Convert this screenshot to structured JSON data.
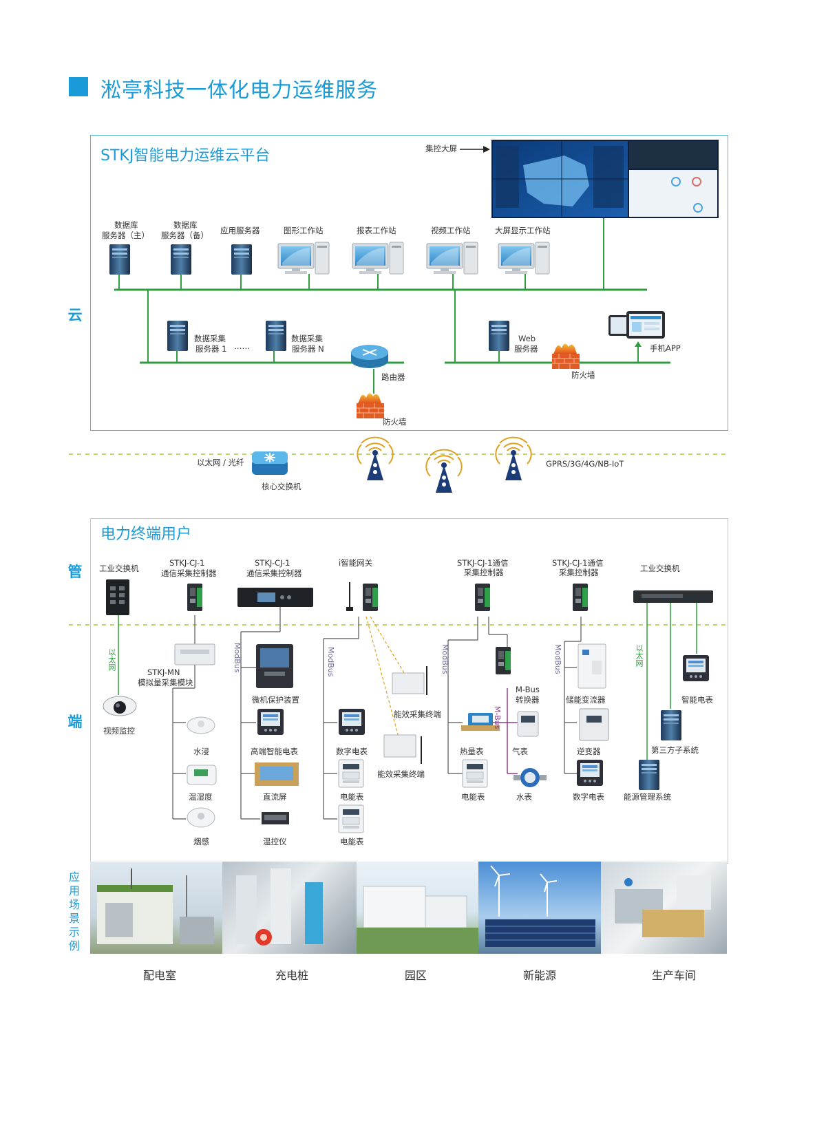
{
  "header": {
    "title": "淞亭科技一体化电力运维服务"
  },
  "cloud": {
    "title": "STKJ智能电力运维云平台",
    "side_label": "云",
    "big_screen_label": "集控大屏",
    "devices": {
      "db_main_l1": "数据库",
      "db_main_l2": "服务器（主）",
      "db_backup_l1": "数据库",
      "db_backup_l2": "服务器（备）",
      "app_server": "应用服务器",
      "graphic_ws": "图形工作站",
      "report_ws": "报表工作站",
      "video_ws": "视频工作站",
      "bigscreen_ws": "大屏显示工作站",
      "collect1_l1": "数据采集",
      "collect1_l2": "服务器 1",
      "ellipsis": "……",
      "collectN_l1": "数据采集",
      "collectN_l2": "服务器 N",
      "router": "路由器",
      "firewall1": "防火墙",
      "web_l1": "Web",
      "web_l2": "服务器",
      "firewall2": "防火墙",
      "mobile_app": "手机APP"
    }
  },
  "network": {
    "ethernet": "以太网 / 光纤",
    "core_switch": "核心交换机",
    "wireless": "GPRS/3G/4G/NB-IoT"
  },
  "terminal": {
    "title": "电力终端用户",
    "side_guan": "管",
    "side_duan": "端",
    "side_scene": "应用场景示例",
    "ind_switch_left": "工业交换机",
    "cj1_a_l1": "STKJ-CJ-1",
    "cj1_a_l2": "通信采集控制器",
    "cj1_b_l1": "STKJ-CJ-1",
    "cj1_b_l2": "通信采集控制器",
    "gateway": "i智能网关",
    "cj1_c_l1": "STKJ-CJ-1通信",
    "cj1_c_l2": "采集控制器",
    "cj1_d_l1": "STKJ-CJ-1通信",
    "cj1_d_l2": "采集控制器",
    "ind_switch_right": "工业交换机",
    "ethernet_v1": "以太网",
    "ethernet_v2": "以太网",
    "modbus": "ModBus",
    "mbus": "M-Bus",
    "mn_l1": "STKJ-MN",
    "mn_l2": "模拟量采集模块",
    "video_monitor": "视频监控",
    "water_leak": "水浸",
    "temp_humidity": "温湿度",
    "smoke": "烟感",
    "relay_protect": "微机保护装置",
    "hi_meter": "高端智能电表",
    "dc_screen": "直流屏",
    "temp_ctrl": "温控仪",
    "digital_meter": "数字电表",
    "energy_meter": "电能表",
    "energy_meter2": "电能表",
    "eff_terminal1": "能效采集终端",
    "eff_terminal2": "能效采集终端",
    "heat_meter": "热量表",
    "energy_meter3": "电能表",
    "mbus_l1": "M-Bus",
    "mbus_l2": "转换器",
    "gas_meter": "气表",
    "water_meter": "水表",
    "storage_pcs": "储能变流器",
    "inverter": "逆变器",
    "digital_meter2": "数字电表",
    "smart_meter": "智能电表",
    "third_party": "第三方子系统",
    "ems": "能源管理系统"
  },
  "scenes": [
    "配电室",
    "充电桩",
    "园区",
    "新能源",
    "生产车间"
  ],
  "colors": {
    "brand": "#1a9bd7",
    "bus": "#2e9e3e",
    "dashed": "#b9d66a",
    "modbus": "#6b6b9a",
    "mbus": "#8a3a8a",
    "wireless": "#e0a020"
  }
}
